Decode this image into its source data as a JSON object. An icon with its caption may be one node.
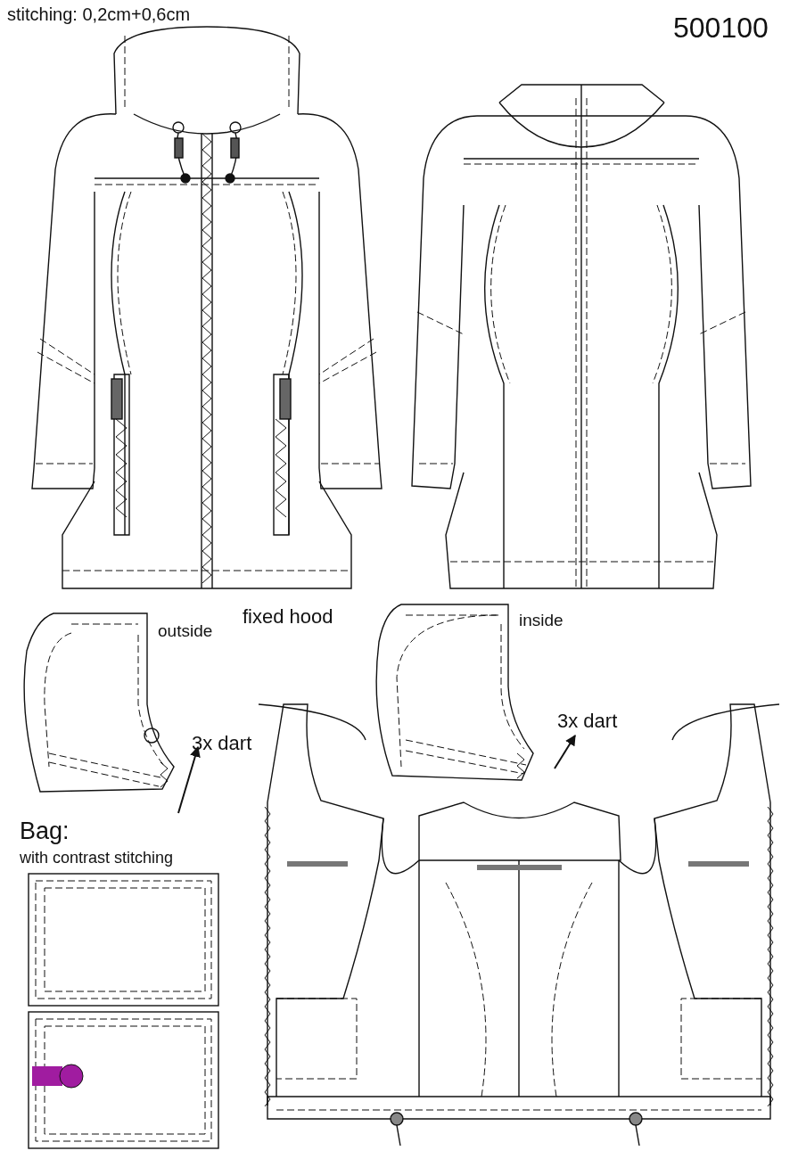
{
  "diagram": {
    "title": "500100",
    "labels": [
      "stitching: 0,2cm+0,6cm",
      "fixed hood",
      "outside",
      "inside",
      "3x dart",
      "3x dart",
      "Bag:",
      "with contrast stitching"
    ]
  }
}
